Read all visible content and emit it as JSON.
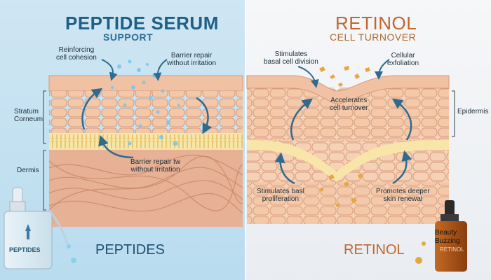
{
  "left": {
    "title": "PEPTIDE SERUM",
    "subtitle": "SUPPORT",
    "labels": {
      "reinforcing_1": "Reinforcing",
      "reinforcing_2": "cell cohesion",
      "barrier_top_1": "Barrier repair",
      "barrier_top_2": "without irritation",
      "barrier_mid_1": "Barrier repair tw",
      "barrier_mid_2": "without irritation"
    },
    "side_labels": {
      "stratum_1": "Stratum",
      "stratum_2": "Corneum",
      "dermis": "Dermis"
    },
    "bottom_label": "PEPTIDES",
    "bottle_label": "PEPTIDES"
  },
  "right": {
    "title": "RETINOL",
    "subtitle": "CELL TURNOVER",
    "labels": {
      "stimulates_top_1": "Stimulates",
      "stimulates_top_2": "basal cell division",
      "cellular_1": "Cellular",
      "cellular_2": "exfoliation",
      "accelerates_1": "Accelerates",
      "accelerates_2": "cell turnover",
      "stimulates_bottom_1": "Stimulates basl",
      "stimulates_bottom_2": "proliferation",
      "promotes_1": "Promotes deeper",
      "promotes_2": "skin renewal"
    },
    "side_labels": {
      "epidermis": "Epidermis"
    },
    "bottom_label": "RETINOL",
    "bottle_label": "RETINOL",
    "watermark_1": "Beauty",
    "watermark_2": "Buzzing"
  },
  "colors": {
    "peptide_blue": "#1f5f86",
    "retinol_orange": "#c4652a",
    "skin_cell": "#f3c8a8",
    "skin_outline": "#d9987a",
    "dermis": "#e7b196",
    "barrier": "#f7e6a8"
  }
}
